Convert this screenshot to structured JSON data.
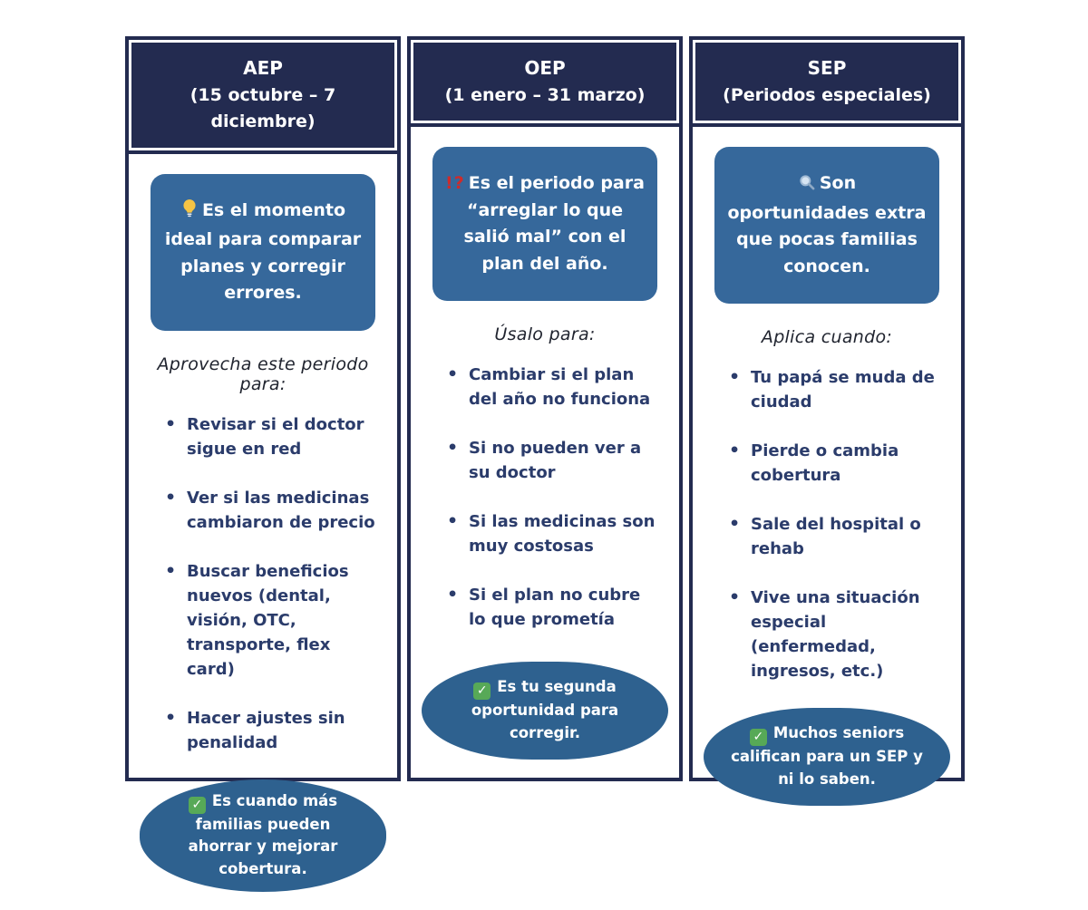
{
  "colors": {
    "navy": "#232B50",
    "callout_blue": "#36689B",
    "pill_blue": "#2E618F",
    "bullet_text": "#2B3C6B",
    "intro_text": "#20242F",
    "check_green": "#57A957",
    "alert_red": "#CE2B2B"
  },
  "columns": [
    {
      "header": {
        "title": "AEP",
        "subtitle": "(15 octubre – 7 diciembre)"
      },
      "callout": {
        "icon": "lightbulb-icon",
        "text": "Es el momento ideal para comparar planes y corregir errores."
      },
      "list_intro": "Aprovecha este periodo para:",
      "bullets": [
        "Revisar si el doctor sigue en red",
        "Ver si las medicinas cambiaron de precio",
        "Buscar beneficios nuevos (dental, visión, OTC, transporte, flex card)",
        "Hacer ajustes sin penalidad"
      ],
      "pill": {
        "icon": "check-icon",
        "text": "Es cuando más familias pueden ahorrar y mejorar cobertura."
      }
    },
    {
      "header": {
        "title": "OEP",
        "subtitle": "(1 enero – 31 marzo)"
      },
      "callout": {
        "icon": "interrobang-icon",
        "icon_text": "!?",
        "text": "Es el periodo para “arreglar lo que salió mal” con el plan del año."
      },
      "list_intro": "Úsalo para:",
      "bullets": [
        "Cambiar si el plan del año no funciona",
        "Si no pueden ver a su doctor",
        "Si las medicinas son muy costosas",
        "Si el plan no cubre lo que prometía"
      ],
      "pill": {
        "icon": "check-icon",
        "text": "Es tu segunda oportunidad para corregir."
      }
    },
    {
      "header": {
        "title": "SEP",
        "subtitle": "(Periodos especiales)"
      },
      "callout": {
        "icon": "magnifier-icon",
        "text": "Son oportunidades extra que pocas familias conocen."
      },
      "list_intro": "Aplica cuando:",
      "bullets": [
        "Tu papá se muda de ciudad",
        "Pierde o cambia cobertura",
        "Sale del hospital o rehab",
        "Vive una situación especial (enfermedad, ingresos, etc.)"
      ],
      "pill": {
        "icon": "check-icon",
        "text": "Muchos seniors califican para un SEP y ni lo saben."
      }
    }
  ],
  "check_glyph": "✓"
}
